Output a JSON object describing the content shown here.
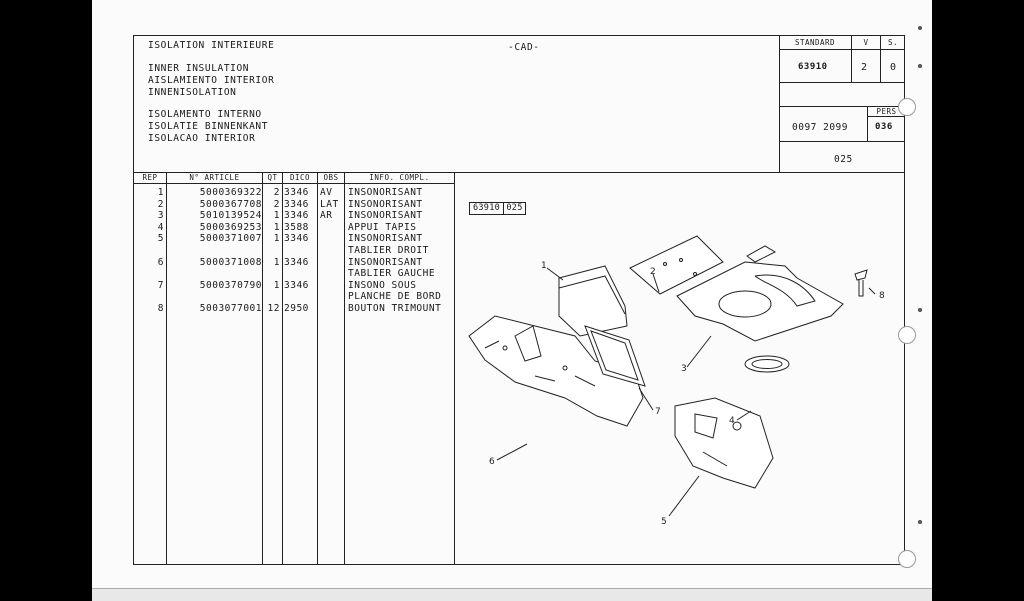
{
  "title_lines": [
    "ISOLATION INTERIEURE",
    "",
    "INNER INSULATION",
    "AISLAMIENTO INTERIOR",
    "INNENISOLATION",
    "",
    "ISOLAMENTO INTERNO",
    "ISOLATIE BINNENKANT",
    "ISOLACAO INTERIOR"
  ],
  "center_label": "-CAD-",
  "header_box": {
    "standard_label": "STANDARD",
    "v_label": "V",
    "s_label": "S.",
    "standard_value": "63910",
    "v_value": "2",
    "s_value": "0",
    "pers_label": "PERS",
    "number_range": "0097 2099",
    "pers_value": "036",
    "page_number": "025"
  },
  "table": {
    "headers": [
      "REP",
      "N° ARTICLE",
      "QT",
      "DICO",
      "OBS",
      "INFO. COMPL."
    ],
    "rows": [
      {
        "rep": "1",
        "article": "5000369322",
        "qt": "2",
        "dico": "3346",
        "obs": "AV",
        "info": [
          "INSONORISANT"
        ]
      },
      {
        "rep": "2",
        "article": "5000367708",
        "qt": "2",
        "dico": "3346",
        "obs": "LAT",
        "info": [
          "INSONORISANT"
        ]
      },
      {
        "rep": "3",
        "article": "5010139524",
        "qt": "1",
        "dico": "3346",
        "obs": "AR",
        "info": [
          "INSONORISANT"
        ]
      },
      {
        "rep": "4",
        "article": "5000369253",
        "qt": "1",
        "dico": "3588",
        "obs": "",
        "info": [
          "APPUI TAPIS"
        ]
      },
      {
        "rep": "5",
        "article": "5000371007",
        "qt": "1",
        "dico": "3346",
        "obs": "",
        "info": [
          "INSONORISANT",
          "TABLIER DROIT"
        ]
      },
      {
        "rep": "6",
        "article": "5000371008",
        "qt": "1",
        "dico": "3346",
        "obs": "",
        "info": [
          "INSONORISANT",
          "TABLIER GAUCHE"
        ]
      },
      {
        "rep": "7",
        "article": "5000370790",
        "qt": "1",
        "dico": "3346",
        "obs": "",
        "info": [
          "INSONO SOUS",
          "PLANCHE DE BORD"
        ]
      },
      {
        "rep": "8",
        "article": "5003077001",
        "qt": "12",
        "dico": "2950",
        "obs": "",
        "info": [
          "BOUTON TRIMOUNT"
        ]
      }
    ]
  },
  "drawing": {
    "ref_box_left": "63910",
    "ref_box_right": "025",
    "callouts": [
      "1",
      "2",
      "3",
      "4",
      "5",
      "6",
      "7",
      "8"
    ]
  }
}
